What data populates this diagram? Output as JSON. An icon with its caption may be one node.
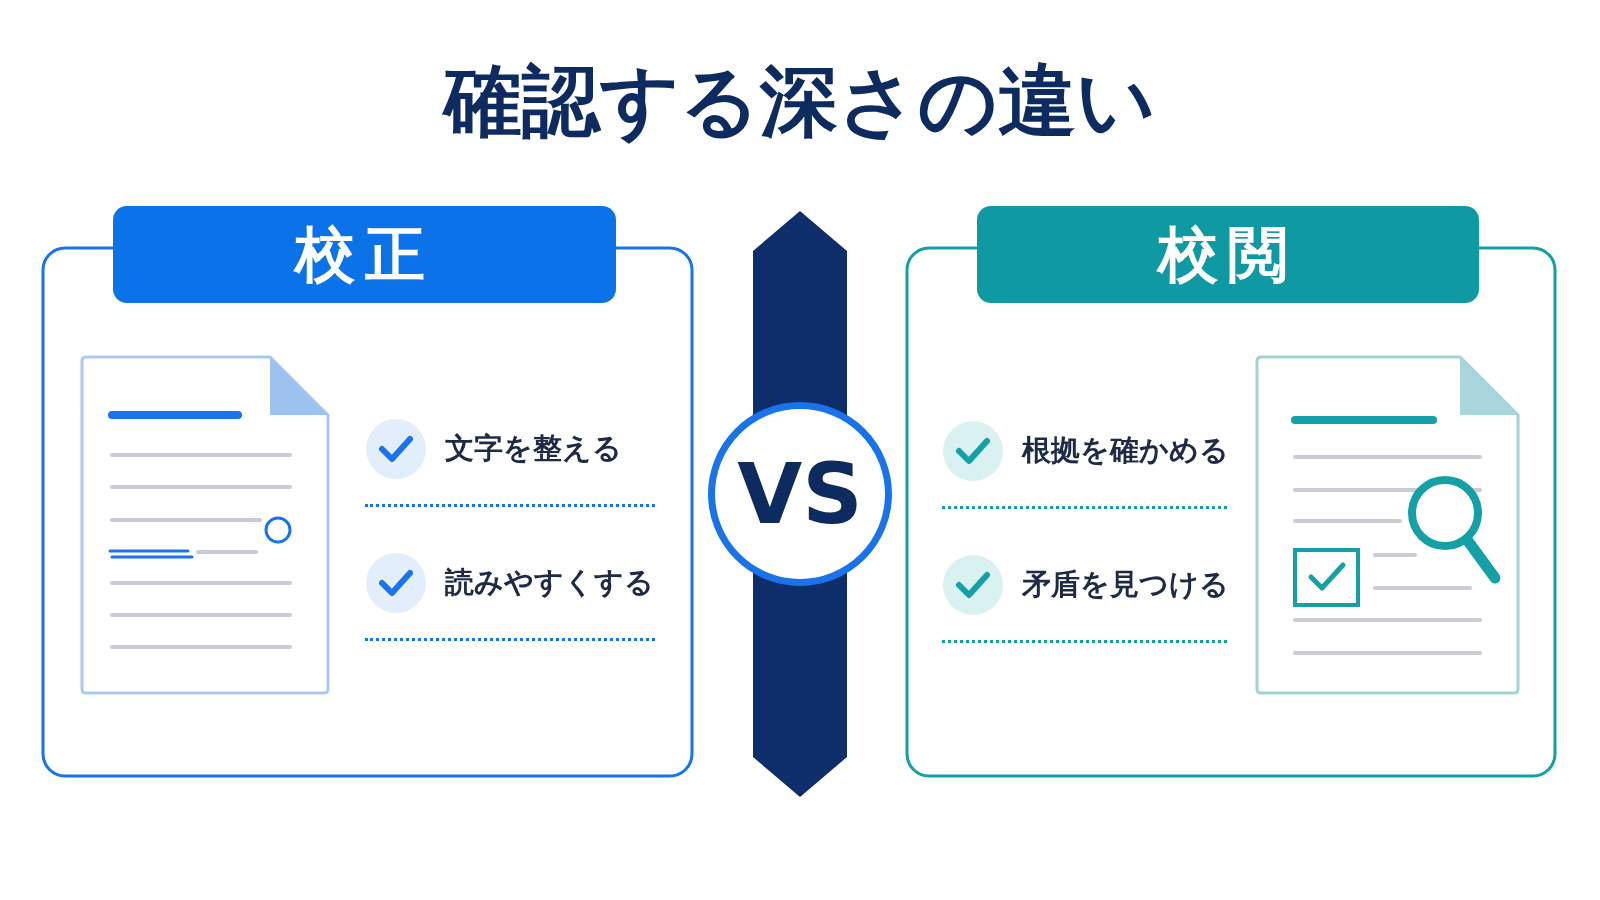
{
  "diagram": {
    "title": "確認する深さの違い",
    "nodes": [
      {
        "text": [
          "校正"
        ]
      },
      {
        "text": [
          "文字を整える"
        ],
        "in": 0
      },
      {
        "text": [
          "読みやすくする"
        ],
        "in": 0
      },
      {
        "text": [
          "VS"
        ]
      },
      {
        "text": [
          "校閲"
        ]
      },
      {
        "text": [
          "根拠を確かめる"
        ],
        "in": 4
      },
      {
        "text": [
          "矛盾を見つける"
        ],
        "in": 4
      },
      {
        "text": [],
        "shape": "bar"
      }
    ]
  }
}
